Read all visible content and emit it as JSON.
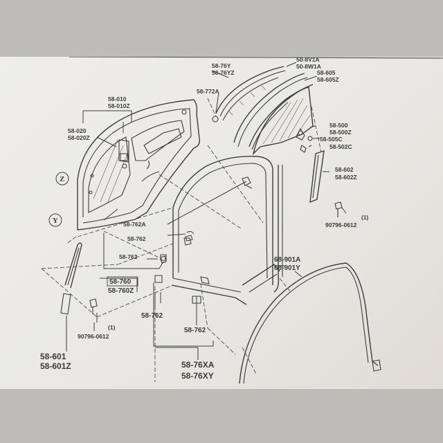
{
  "labels": {
    "p_508v1a": "50-8V1A",
    "p_508w1a": "50-8W1A",
    "p_5876y": "58-76Y",
    "p_5876yz": "58-76YZ",
    "p_58605": "58-605",
    "p_58605z": "58-605Z",
    "p_58772a": "58-772A",
    "p_58010": "58-010",
    "p_58010z": "58-010Z",
    "p_58020": "58-020",
    "p_58020z": "58-020Z",
    "p_58500": "58-500",
    "p_58500z": "58-500Z",
    "p_58505c": "58-505C",
    "p_58502c": "58-502C",
    "p_58602": "58-602",
    "p_58602z": "58-602Z",
    "qty_1a": "(1)",
    "p_90796_0612a": "90796-0612",
    "p_58762a": "58-762A",
    "p_58762_1": "58-762",
    "p_58762_2": "58-762",
    "p_58760": "58-760",
    "p_58760z": "58-760Z",
    "p_58762_3": "58-762",
    "p_58762_4": "58-762",
    "qty_1b": "(1)",
    "p_90796_0612b": "90796-0612",
    "p_58601": "58-601",
    "p_58601z": "58-601Z",
    "p_5876xa": "58-76XA",
    "p_5876xy": "58-76XY",
    "p_68901a": "68-901A",
    "p_68901y": "68-901Y",
    "circle_z": "Z",
    "circle_y": "Y"
  }
}
